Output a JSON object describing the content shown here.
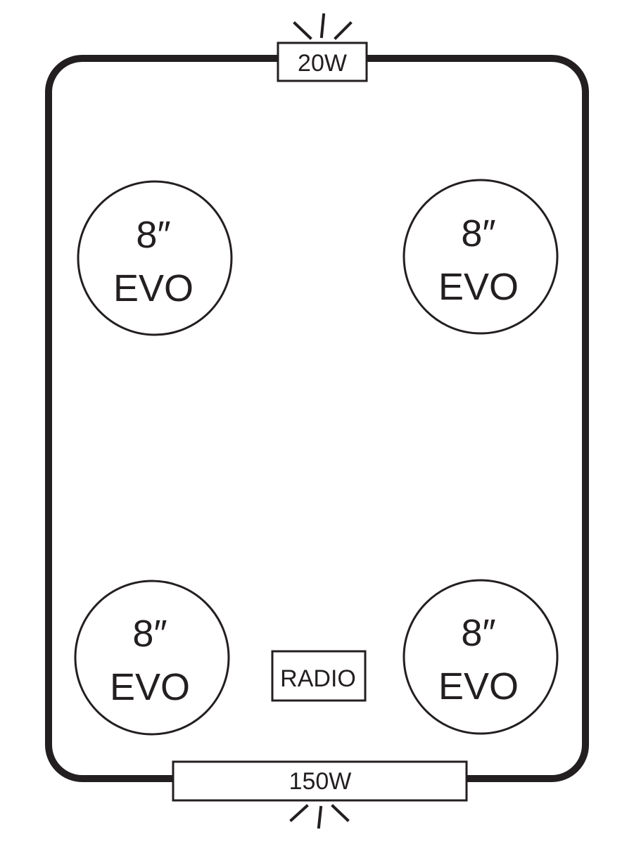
{
  "diagram": {
    "colors": {
      "stroke": "#231f20",
      "background": "#ffffff"
    },
    "top_light": {
      "label": "20W",
      "icon": "light-rays-icon"
    },
    "bottom_light": {
      "label": "150W",
      "icon": "light-rays-icon"
    },
    "radio": {
      "label": "RADIO"
    },
    "speakers": [
      {
        "size": "8″",
        "model": "EVO"
      },
      {
        "size": "8″",
        "model": "EVO"
      },
      {
        "size": "8″",
        "model": "EVO"
      },
      {
        "size": "8″",
        "model": "EVO"
      }
    ]
  }
}
